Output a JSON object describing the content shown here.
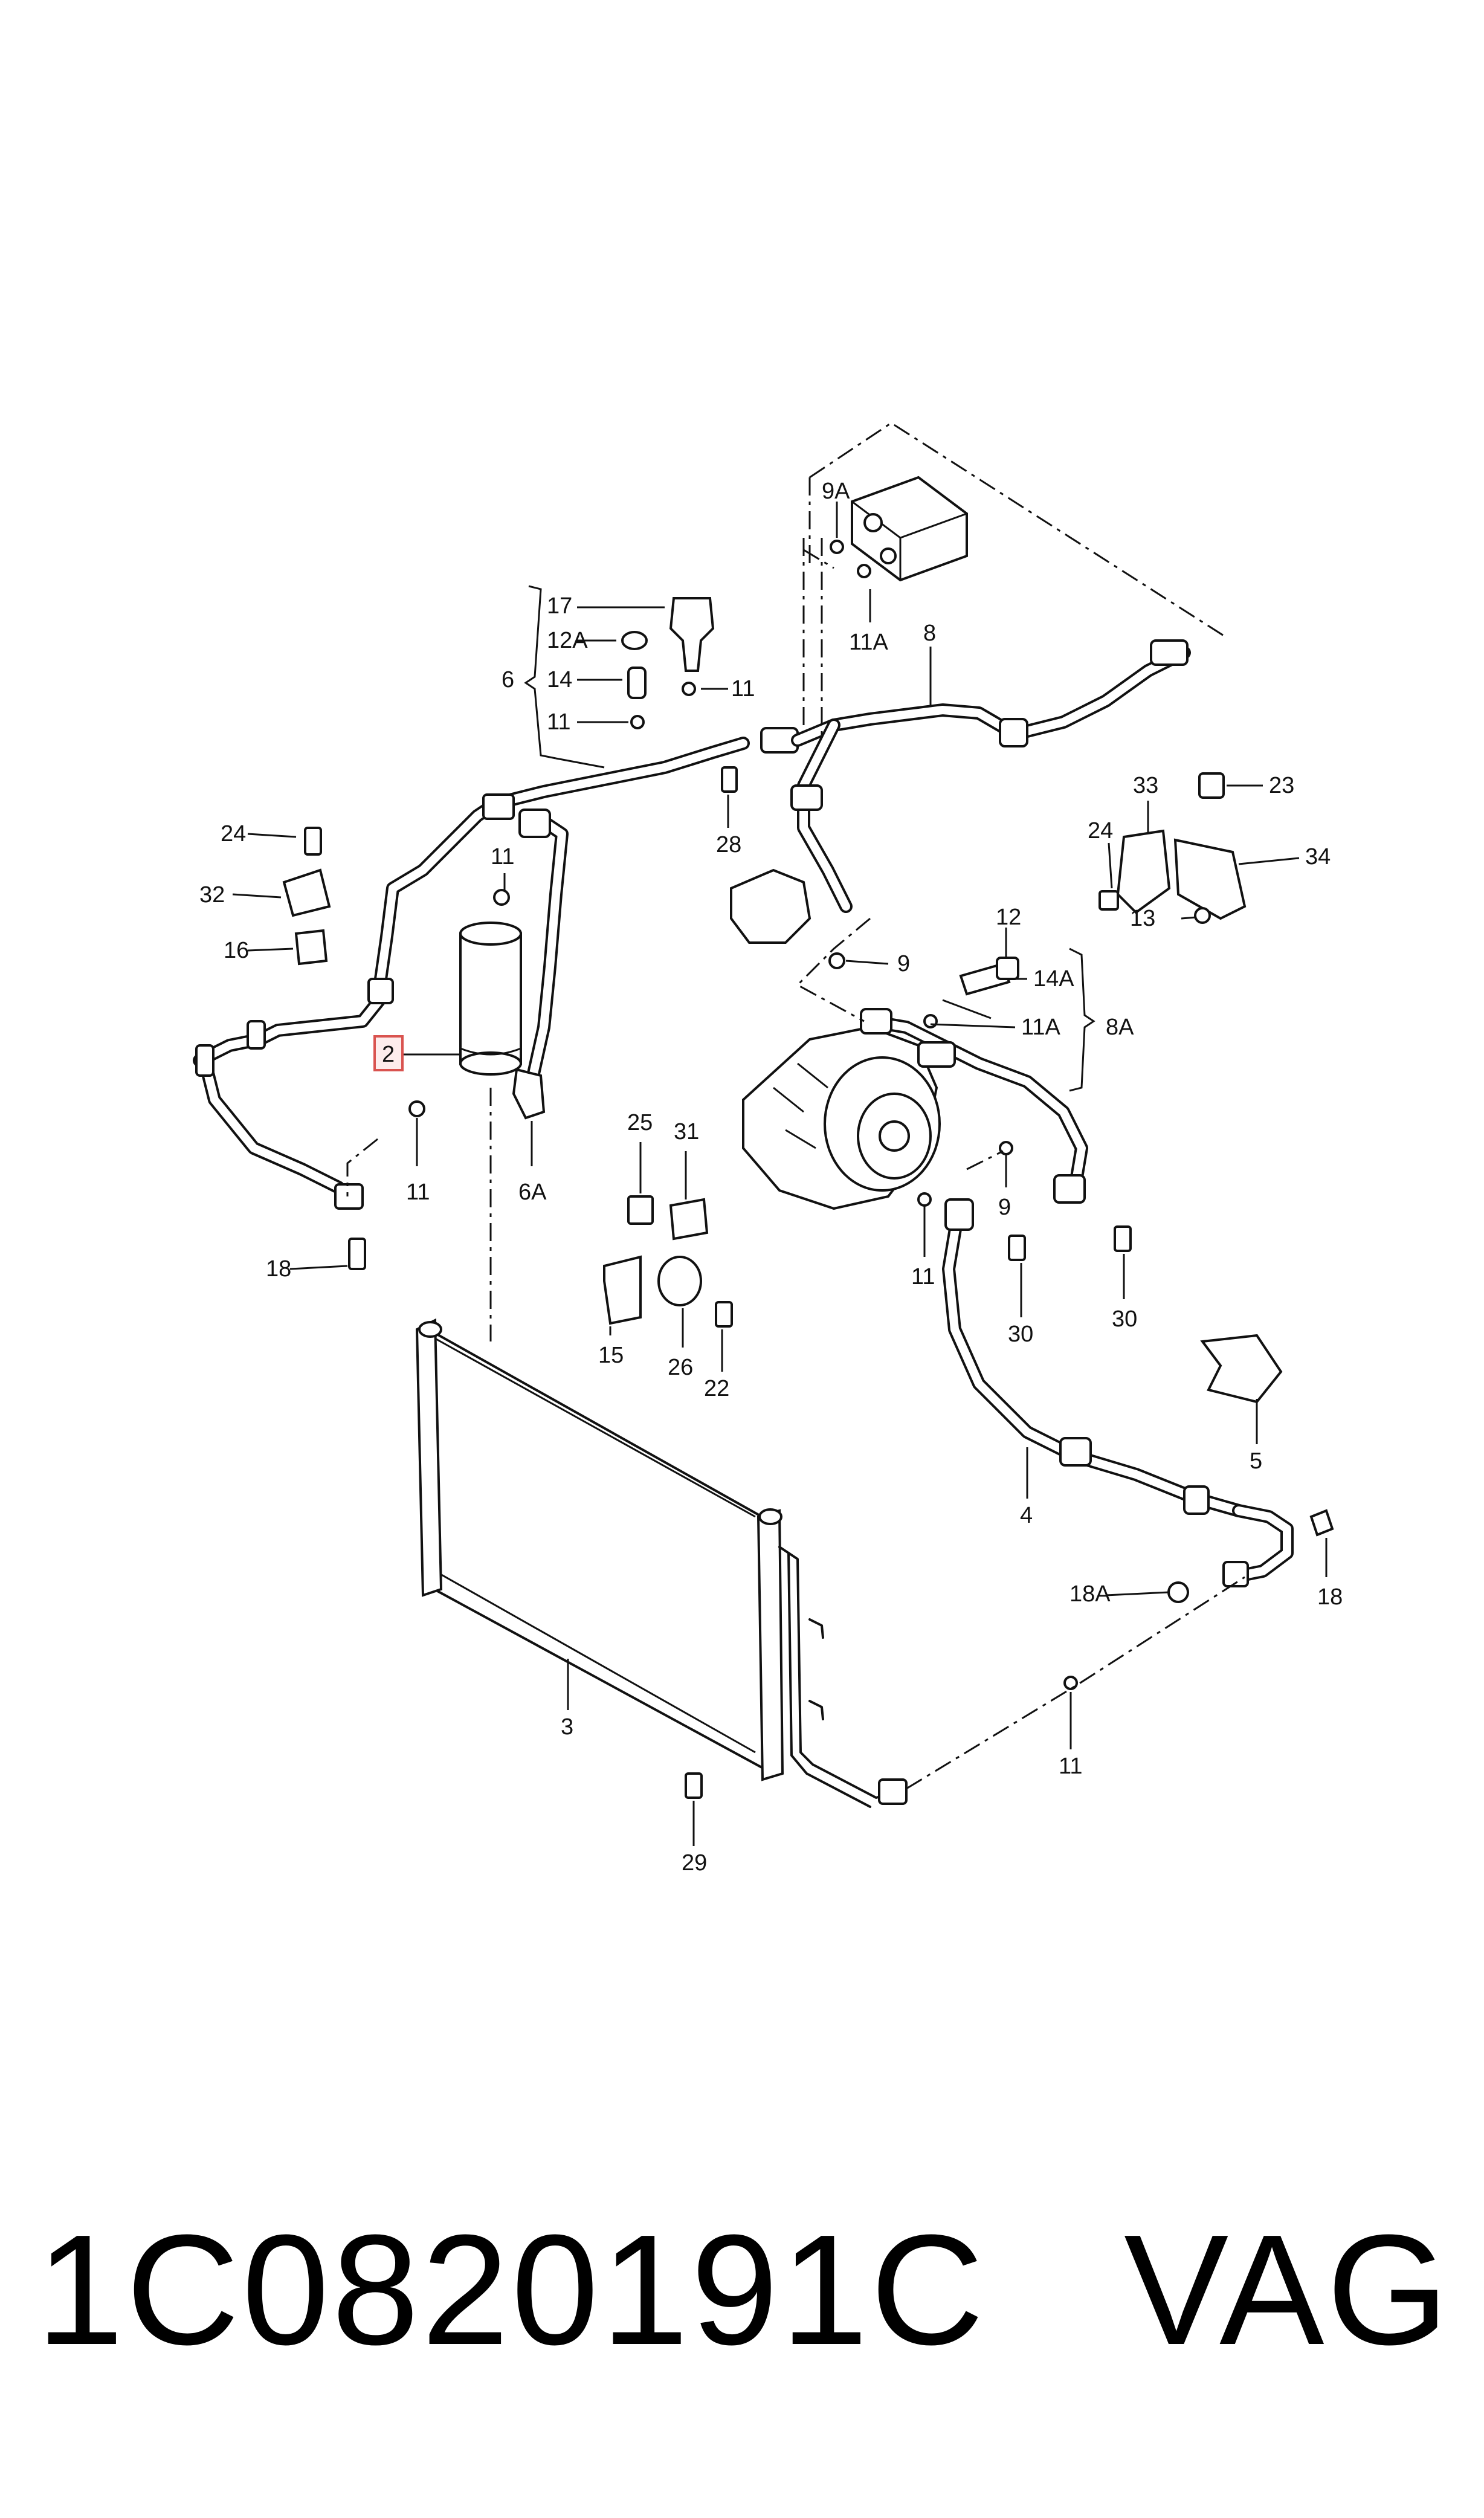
{
  "callouts": {
    "c2": "2",
    "c3": "3",
    "c4": "4",
    "c5": "5",
    "c6": "6",
    "c6A": "6A",
    "c8": "8",
    "c8A": "8A",
    "c9": "9",
    "c9b": "9",
    "c9A": "9A",
    "c11a": "11",
    "c11b": "11",
    "c11c": "11",
    "c11d": "11",
    "c11e": "11",
    "c11f": "11",
    "c11g": "11",
    "c11A": "11A",
    "c11Ab": "11A",
    "c12": "12",
    "c12A": "12A",
    "c13": "13",
    "c14": "14",
    "c14A": "14A",
    "c15": "15",
    "c16": "16",
    "c17": "17",
    "c18": "18",
    "c18b": "18",
    "c18A": "18A",
    "c22": "22",
    "c23": "23",
    "c24": "24",
    "c24b": "24",
    "c25": "25",
    "c26": "26",
    "c28": "28",
    "c29": "29",
    "c30": "30",
    "c30b": "30",
    "c31": "31",
    "c32": "32",
    "c33": "33",
    "c34": "34"
  },
  "highlight_color": "#d9534f",
  "footer": {
    "part_number": "1C0820191C",
    "brand": "VAG"
  }
}
